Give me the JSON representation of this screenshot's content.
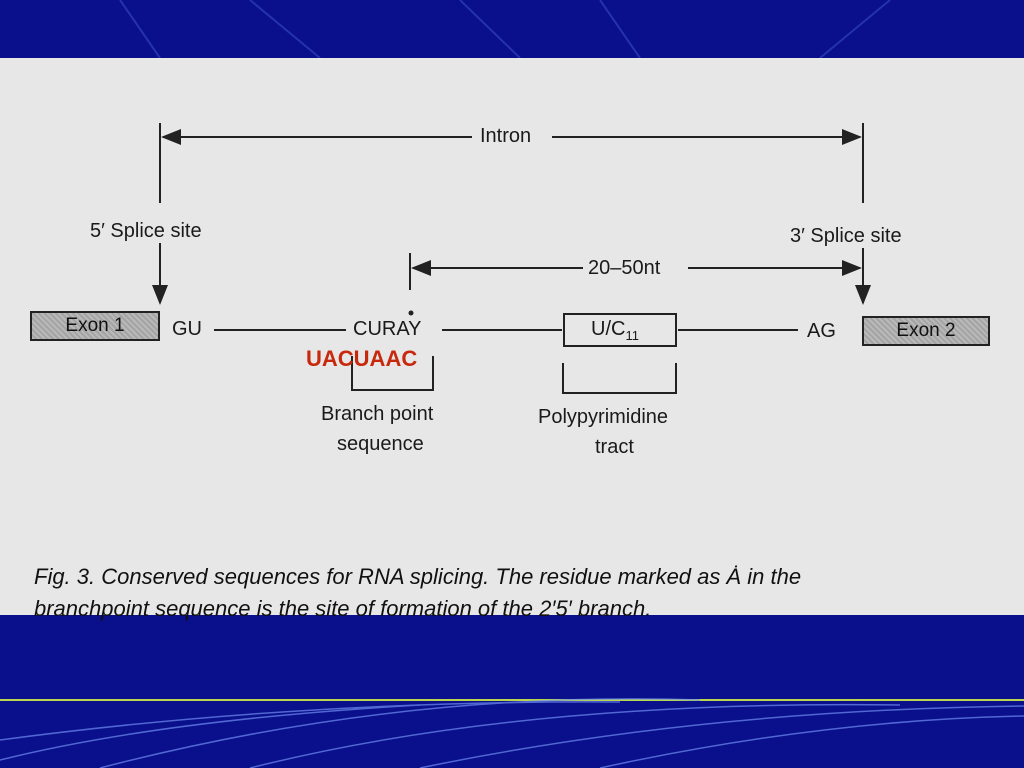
{
  "slide": {
    "background_color": "#0a0f8c",
    "figure_background": "#e7e7e7",
    "highlight_color": "#c8280c"
  },
  "diagram": {
    "intron_label": "Intron",
    "five_prime_label": "5′ Splice site",
    "three_prime_label": "3′ Splice site",
    "distance_label": "20–50nt",
    "exon1_label": "Exon 1",
    "exon2_label": "Exon 2",
    "gu_label": "GU",
    "curay_label": "CURAY",
    "uc_label": "U/C",
    "uc_subscript": "11",
    "ag_label": "AG",
    "highlight_sequence": "UACUAAC",
    "branch_label_line1": "Branch point",
    "branch_label_line2": "sequence",
    "poly_label_line1": "Polypyrimidine",
    "poly_label_line2": "tract"
  },
  "caption": {
    "line1": "Fig. 3.    Conserved sequences for RNA splicing. The residue marked as Ȧ in the",
    "line2": "branchpoint sequence is the site of formation of the 2′5′ branch."
  }
}
